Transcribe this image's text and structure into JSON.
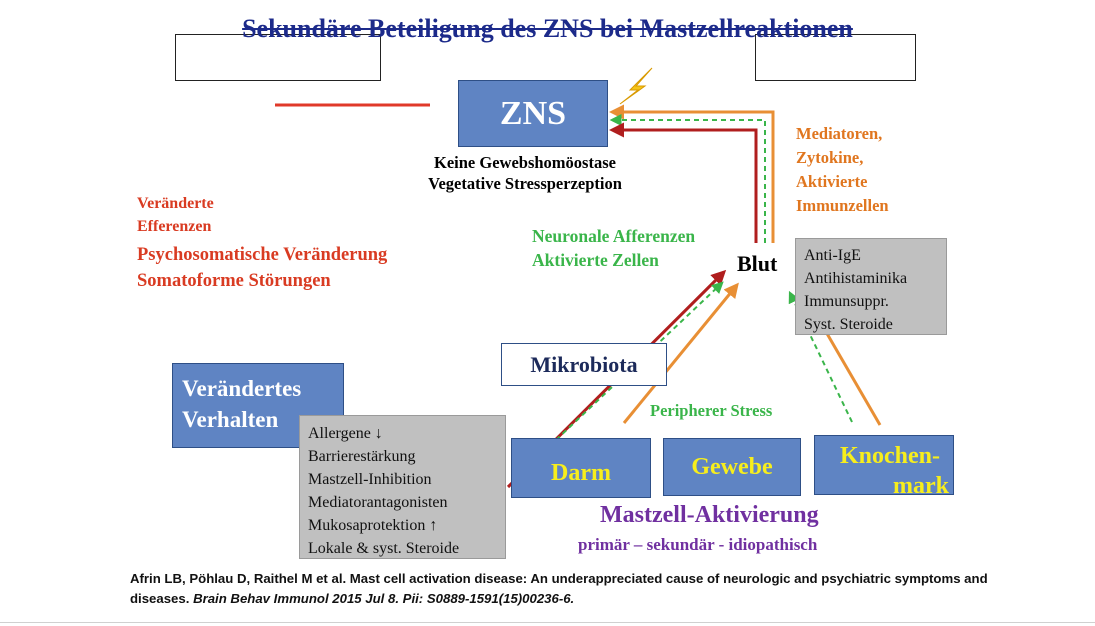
{
  "title": "Sekundäre Beteiligung des ZNS bei Mastzellreaktionen",
  "zns": {
    "label": "ZNS",
    "caption_lines": [
      "Keine Gewebshomöostase",
      "Vegetative Stressperzeption"
    ]
  },
  "efferent": {
    "lines": [
      "Veränderte",
      "Efferenzen"
    ],
    "effects": [
      "Psychosomatische Veränderung",
      "Somatoforme Störungen"
    ]
  },
  "mediators": {
    "lines": [
      "Mediatoren,",
      "Zytokine,",
      "Aktivierte",
      "Immunzellen"
    ]
  },
  "afferent": {
    "lines": [
      "Neuronale Afferenzen",
      "Aktivierte Zellen"
    ]
  },
  "blut": "Blut",
  "systemic_therapy": [
    "Anti-IgE",
    "Antihistaminika",
    "Immunsuppr.",
    "Syst. Steroide"
  ],
  "mikrobiota": "Mikrobiota",
  "behavior": [
    "Verändertes",
    "Verhalten"
  ],
  "local_therapy": [
    "Allergene ↓",
    "Barrierestärkung",
    "Mastzell-Inhibition",
    "Mediatorantagonisten",
    "Mukosaprotektion ↑",
    "Lokale & syst. Steroide"
  ],
  "peripheral_stress": "Peripherer Stress",
  "organs": {
    "darm": "Darm",
    "gewebe": "Gewebe",
    "knochenmark": [
      "Knochen-",
      "mark"
    ]
  },
  "activation": {
    "title": "Mastzell-Aktivierung",
    "subtitle": "primär – sekundär - idiopathisch"
  },
  "reference": {
    "authors_title": "Afrin LB, Pöhlau D, Raithel M et al. Mast cell activation disease: An underappreciated cause of neurologic and psychiatric symptoms and diseases.",
    "journal": "Brain Behav Immunol 2015 Jul 8. Pii: S0889-1591(15)00236-6."
  },
  "colors": {
    "title": "#1c2a8a",
    "box_blue": "#5f84c3",
    "red": "#d93b22",
    "dark_red": "#b01e1e",
    "orange": "#e88f35",
    "green": "#3ab54a",
    "purple": "#7030a0",
    "yellow": "#f7ee1c",
    "gray": "#c0c0c0"
  }
}
